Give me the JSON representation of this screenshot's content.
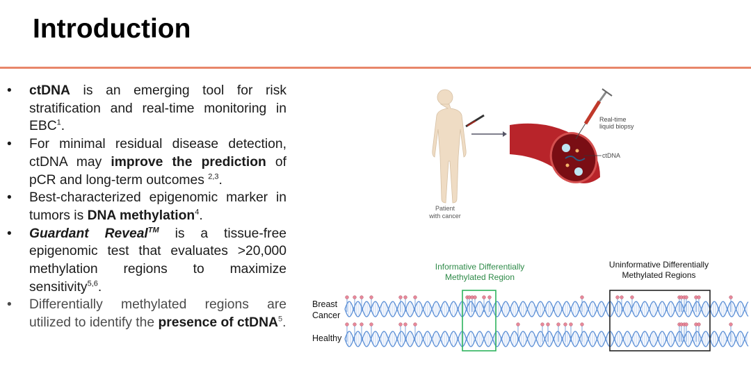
{
  "title": "Introduction",
  "bullets": [
    {
      "b1": "ctDNA",
      "t1": " is an emerging tool for risk stratification and real-time monitoring in EBC",
      "sup": "1",
      "t2": "."
    },
    {
      "t1": "For minimal residual disease detection, ctDNA may ",
      "b1": "improve the prediction",
      "t2": " of pCR and long-term outcomes ",
      "sup": "2,3",
      "t3": "."
    },
    {
      "t1": "Best-characterized epigenomic marker in tumors is ",
      "b1": "DNA methylation",
      "sup": "4",
      "t2": "."
    },
    {
      "b1": "Guardant Reveal",
      "sup1": "TM",
      "t1": " is a tissue-free epigenomic test that evaluates >20,000 methylation regions to maximize sensitivity",
      "sup2": "5,6",
      "t2": "."
    },
    {
      "t1": "Differentially methylated regions are utilized to identify the ",
      "b1": "presence of ctDNA",
      "sup": "5",
      "t2": "."
    }
  ],
  "illustration": {
    "patient_label_1": "Patient",
    "patient_label_2": "with cancer",
    "biopsy_label_1": "Real-time",
    "biopsy_label_2": "liquid biopsy",
    "ctdna_label": "ctDNA"
  },
  "methylation": {
    "informative_label_1": "Informative Differentially",
    "informative_label_2": "Methylated Region",
    "uninformative_label_1": "Uninformative Differentially",
    "uninformative_label_2": "Methylated Regions",
    "row_cancer_1": "Breast",
    "row_cancer_2": "Cancer",
    "row_healthy": "Healthy"
  },
  "colors": {
    "accent_rule": "#e8866a",
    "informative_box": "#2db35d",
    "uninformative_box": "#222222",
    "helix": "#5b8fd6",
    "pin": "#e8889a"
  }
}
